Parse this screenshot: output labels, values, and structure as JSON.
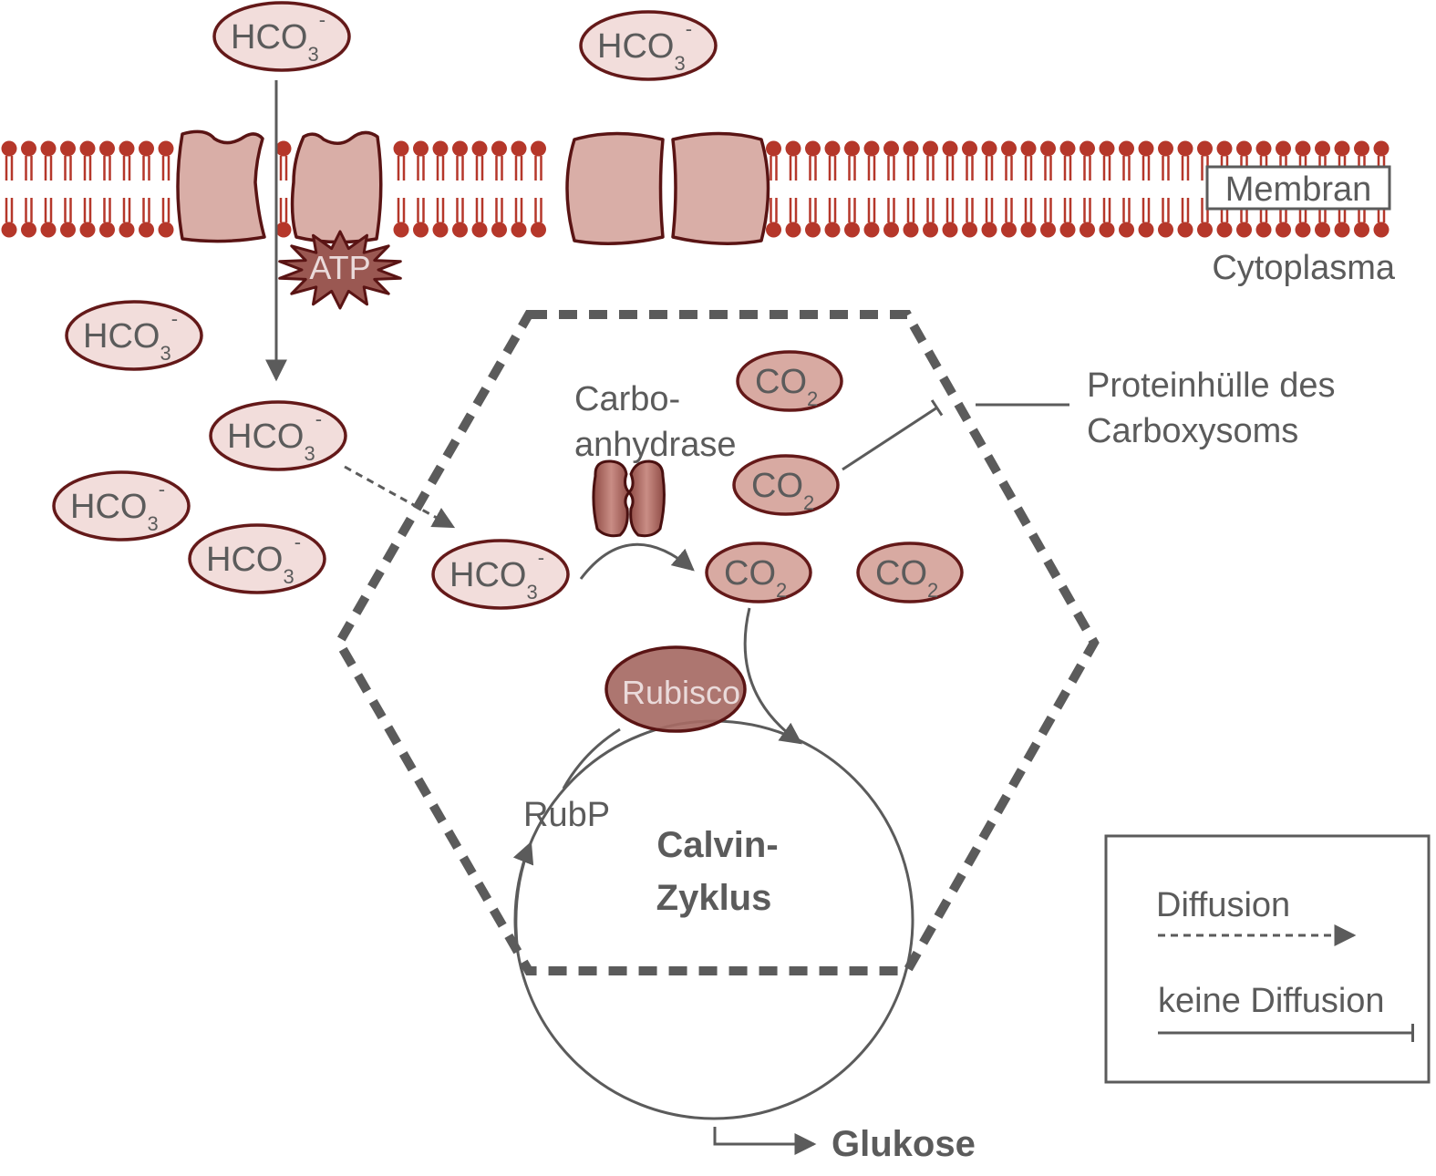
{
  "labels": {
    "membrane": "Membran",
    "cytoplasm": "Cytoplasma",
    "atp": "ATP",
    "carbonic_anhydrase_line1": "Carbo-",
    "carbonic_anhydrase_line2": "anhydrase",
    "shell_line1": "Proteinhülle des",
    "shell_line2": "Carboxysoms",
    "rubisco": "Rubisco",
    "rubp": "RubP",
    "calvin_line1": "Calvin-",
    "calvin_line2": "Zyklus",
    "glucose": "Glukose"
  },
  "molecules": {
    "bicarbonate": {
      "base": "HCO",
      "subscript": "3",
      "charge": "-"
    },
    "carbon_dioxide": {
      "base": "CO",
      "subscript": "2"
    }
  },
  "legend": {
    "diffusion": "Diffusion",
    "no_diffusion": "keine Diffusion"
  },
  "colors": {
    "lipid_head": "#b5372a",
    "protein_fill": "#d9aea7",
    "protein_outline": "#5a1414",
    "bicarbonate_fill": "#f2dddb",
    "co2_fill": "#d8aaa2",
    "rubisco_fill": "#a66a64",
    "atp_fill": "#9a5852",
    "line_gray": "#5b5b5b"
  }
}
